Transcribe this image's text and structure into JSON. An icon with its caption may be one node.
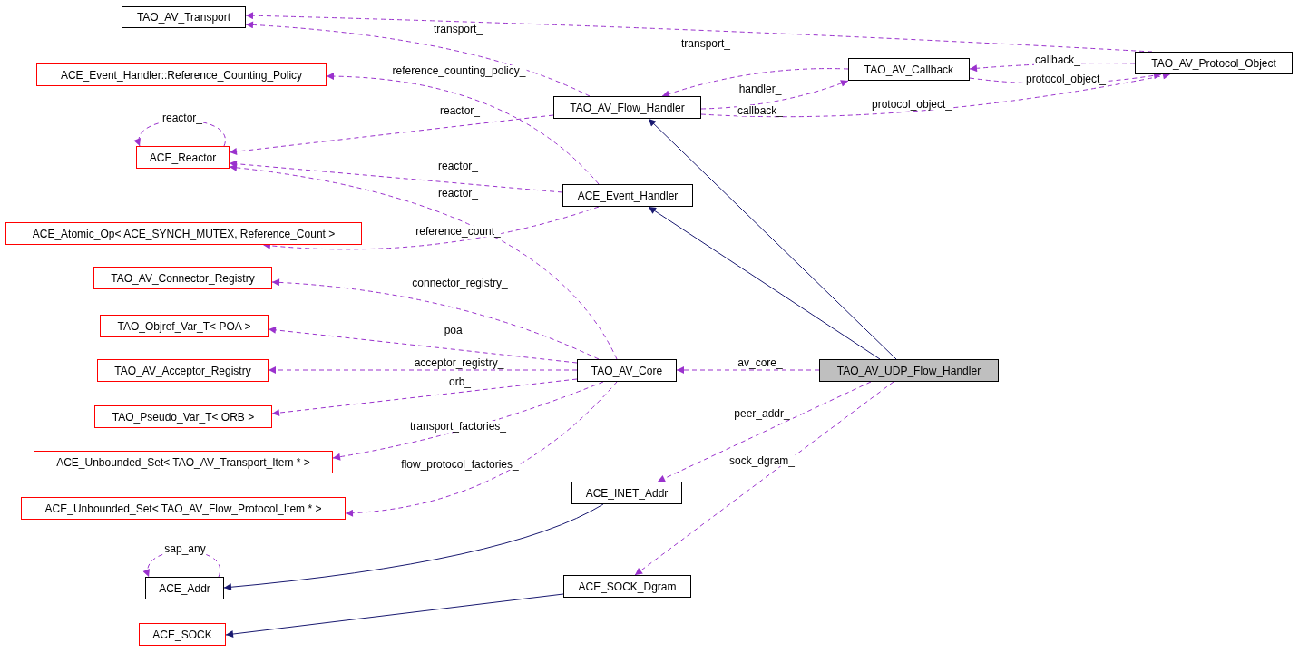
{
  "diagram": {
    "nodes": [
      {
        "text": [
          "TAO_AV_Transport"
        ]
      },
      {
        "text": [
          "ACE_Event_Handler::Reference_Counting_Policy"
        ]
      },
      {
        "text": [
          "ACE_Reactor"
        ]
      },
      {
        "text": [
          "ACE_Atomic_Op< ACE_SYNCH_MUTEX, Reference_Count >"
        ]
      },
      {
        "text": [
          "TAO_AV_Connector_Registry"
        ]
      },
      {
        "text": [
          "TAO_Objref_Var_T< POA >"
        ]
      },
      {
        "text": [
          "TAO_AV_Acceptor_Registry"
        ]
      },
      {
        "text": [
          "TAO_Pseudo_Var_T< ORB >"
        ]
      },
      {
        "text": [
          "ACE_Unbounded_Set< TAO_AV_Transport_Item * >"
        ]
      },
      {
        "text": [
          "ACE_Unbounded_Set< TAO_AV_Flow_Protocol_Item * >"
        ]
      },
      {
        "text": [
          "ACE_Addr"
        ]
      },
      {
        "text": [
          "ACE_SOCK"
        ]
      },
      {
        "text": [
          "TAO_AV_Flow_Handler"
        ]
      },
      {
        "text": [
          "ACE_Event_Handler"
        ]
      },
      {
        "text": [
          "TAO_AV_Core"
        ]
      },
      {
        "text": [
          "ACE_INET_Addr"
        ]
      },
      {
        "text": [
          "ACE_SOCK_Dgram"
        ]
      },
      {
        "text": [
          "TAO_AV_Callback"
        ]
      },
      {
        "text": [
          "TAO_AV_Protocol_Object"
        ]
      },
      {
        "text": [
          "TAO_AV_UDP_Flow_Handler"
        ]
      }
    ],
    "edges": [
      {
        "from": 18,
        "to": 0,
        "arrow": "to",
        "label": "transport_",
        "style": "dashed"
      },
      {
        "from": 12,
        "to": 0,
        "arrow": "to",
        "label": "transport_",
        "style": "dashed"
      },
      {
        "from": 13,
        "to": 1,
        "arrow": "to",
        "label": "reference_counting_policy_",
        "style": "dashed"
      },
      {
        "from": 17,
        "to": 12,
        "arrow": "to",
        "label": "handler_",
        "style": "dashed"
      },
      {
        "from": 12,
        "to": 17,
        "arrow": "to",
        "label": "callback_",
        "style": "dashed"
      },
      {
        "from": 18,
        "to": 17,
        "arrow": "to",
        "label": "callback_",
        "style": "dashed"
      },
      {
        "from": 17,
        "to": 18,
        "arrow": "to",
        "label": "protocol_object_",
        "style": "dashed"
      },
      {
        "from": 12,
        "to": 18,
        "arrow": "to",
        "label": "protocol_object_",
        "style": "dashed"
      },
      {
        "from": 2,
        "to": 2,
        "arrow": "to",
        "label": "reactor_",
        "style": "dashed"
      },
      {
        "from": 12,
        "to": 2,
        "arrow": "to",
        "label": "reactor_",
        "style": "dashed"
      },
      {
        "from": 13,
        "to": 2,
        "arrow": "to",
        "label": "reactor_",
        "style": "dashed"
      },
      {
        "from": 14,
        "to": 2,
        "arrow": "to",
        "label": "reactor_",
        "style": "dashed"
      },
      {
        "from": 13,
        "to": 3,
        "arrow": "to",
        "label": "reference_count_",
        "style": "dashed"
      },
      {
        "from": 14,
        "to": 4,
        "arrow": "to",
        "label": "connector_registry_",
        "style": "dashed"
      },
      {
        "from": 14,
        "to": 5,
        "arrow": "to",
        "label": "poa_",
        "style": "dashed"
      },
      {
        "from": 14,
        "to": 6,
        "arrow": "to",
        "label": "acceptor_registry_",
        "style": "dashed"
      },
      {
        "from": 14,
        "to": 7,
        "arrow": "to",
        "label": "orb_",
        "style": "dashed"
      },
      {
        "from": 14,
        "to": 8,
        "arrow": "to",
        "label": "transport_factories_",
        "style": "dashed"
      },
      {
        "from": 14,
        "to": 9,
        "arrow": "to",
        "label": "flow_protocol_factories_",
        "style": "dashed"
      },
      {
        "from": 19,
        "to": 14,
        "arrow": "to",
        "label": "av_core_",
        "style": "dashed"
      },
      {
        "from": 19,
        "to": 15,
        "arrow": "to",
        "label": "peer_addr_",
        "style": "dashed"
      },
      {
        "from": 19,
        "to": 16,
        "arrow": "to",
        "label": "sock_dgram_",
        "style": "dashed"
      },
      {
        "from": 10,
        "to": 10,
        "arrow": "to",
        "label": "sap_any",
        "style": "dashed"
      },
      {
        "from": 19,
        "to": 12,
        "arrow": "to",
        "color": "#191970"
      },
      {
        "from": 19,
        "to": 13,
        "arrow": "to",
        "color": "#191970"
      },
      {
        "from": 15,
        "to": 10,
        "arrow": "to",
        "color": "#191970"
      },
      {
        "from": 16,
        "to": 11,
        "arrow": "to",
        "color": "#191970"
      }
    ]
  }
}
